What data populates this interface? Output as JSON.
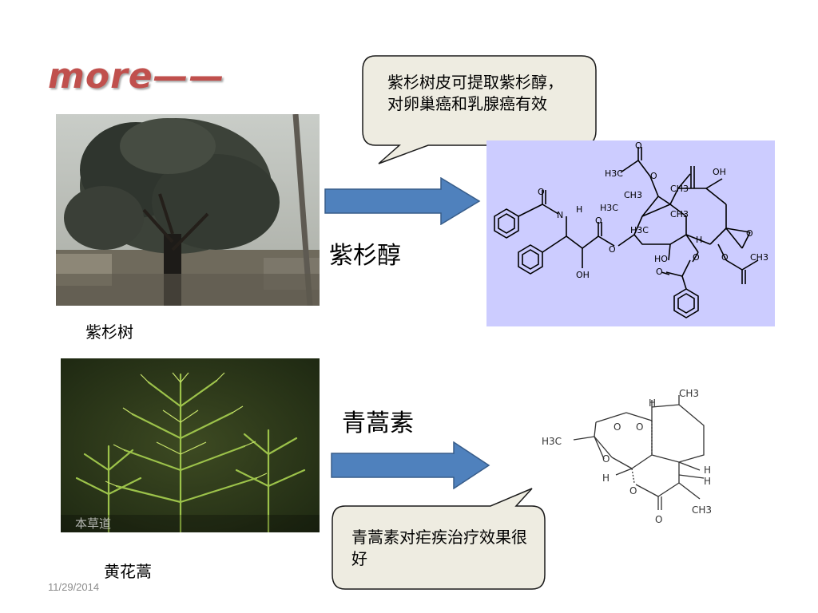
{
  "slide": {
    "title": "more——",
    "date": "11/29/2014"
  },
  "top_section": {
    "photo_caption": "紫杉树",
    "compound_label": "紫杉醇",
    "callout": "紫杉树皮可提取紫杉醇，对卵巢癌和乳腺癌有效"
  },
  "bottom_section": {
    "photo_caption": "黄花蒿",
    "compound_label": "青蒿素",
    "callout": "青蒿素对疟疾治疗效果很好",
    "photo_watermark": "本草道"
  },
  "structures": {
    "taxol_labels": [
      "O",
      "H3C",
      "O",
      "OH",
      "CH3",
      "CH3",
      "O",
      "N",
      "H",
      "H3C",
      "CH3",
      "H3C",
      "O",
      "O",
      "H",
      "O",
      "HO",
      "O",
      "OH",
      "O",
      "O",
      "CH3"
    ],
    "artemisinin_labels": [
      "CH3",
      "H",
      "H3C",
      "O",
      "O",
      "O",
      "H",
      "H",
      "H",
      "O",
      "CH3",
      "O"
    ]
  },
  "colors": {
    "title": "#c0504d",
    "arrow_fill": "#4f81bd",
    "arrow_stroke": "#385d8a",
    "callout_fill": "#eeece1",
    "taxol_bg": "#ccccff",
    "date": "#8c8c8c"
  }
}
